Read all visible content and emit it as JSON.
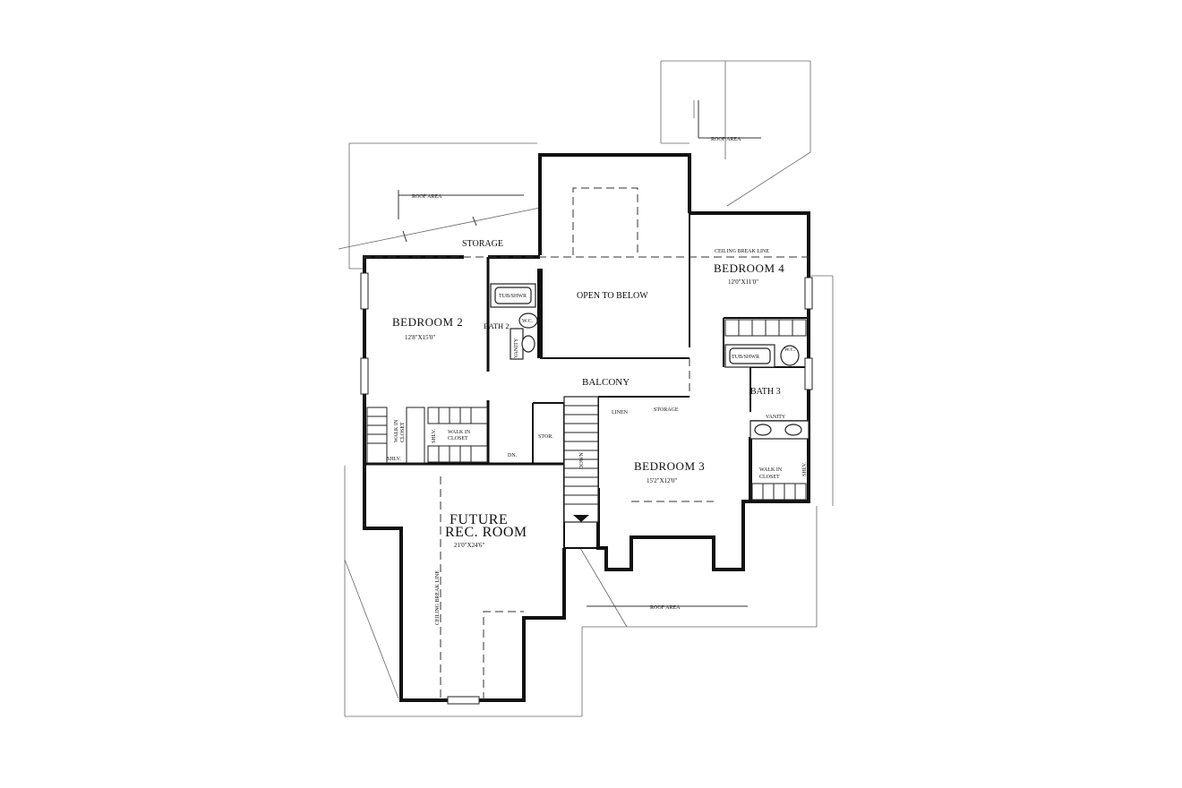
{
  "plan": {
    "roof_area": "ROOF AREA",
    "storage_attic": "STORAGE",
    "open_to_below": "OPEN TO BELOW",
    "ceiling_break_line": "CEILING BREAK LINE",
    "balcony": "BALCONY",
    "linen": "LINEN",
    "storage_hall": "STORAGE",
    "stor": "STOR.",
    "down": "DOWN",
    "dn": "DN.",
    "bedroom2": {
      "name": "BEDROOM 2",
      "dims": "12'8\"X15'0\""
    },
    "bath2": "BATH 2",
    "bedroom3": {
      "name": "BEDROOM 3",
      "dims": "15'2\"X12'0\""
    },
    "bath3": "BATH 3",
    "bedroom4": {
      "name": "BEDROOM 4",
      "dims": "12'0\"X11'0\""
    },
    "future_rec": {
      "line1": "FUTURE",
      "line2": "REC. ROOM",
      "dims": "21'0\"X24'6\""
    },
    "tub_shwr": "TUB/SHWR",
    "wc": "W.C.",
    "vanity": "VANITY",
    "walk_in_closet_line1": "WALK IN",
    "walk_in_closet_line2": "CLOSET",
    "shlv": "SHLV."
  }
}
